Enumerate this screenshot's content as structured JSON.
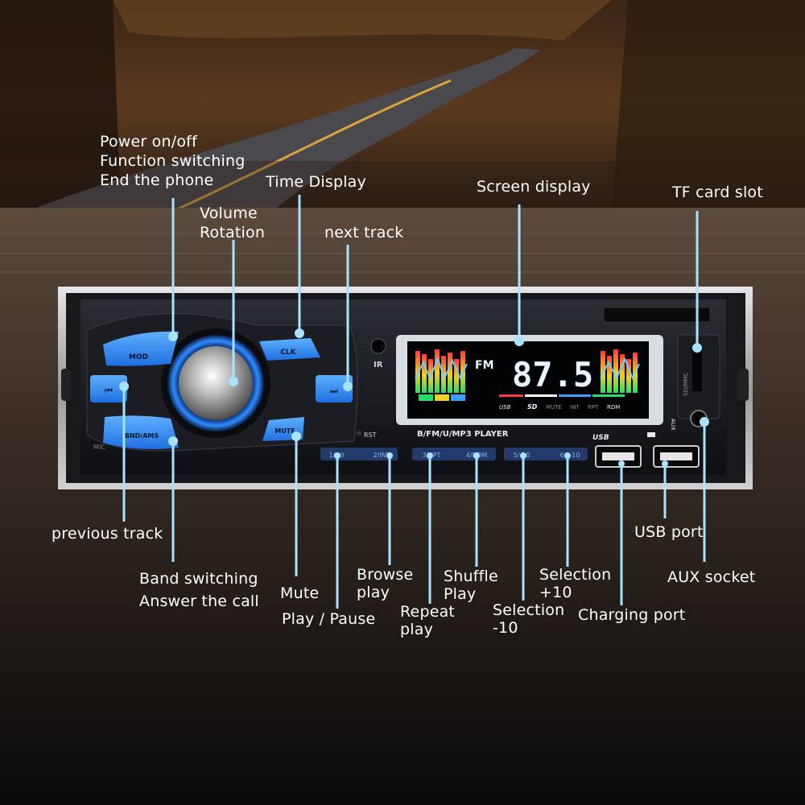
{
  "callouts": {
    "power": [
      "Power on/off",
      "Function switching",
      "End the phone"
    ],
    "time_display": "Time Display",
    "volume": [
      "Volume",
      "Rotation"
    ],
    "next_track": "next track",
    "screen_display": "Screen display",
    "tf_slot": "TF card slot",
    "previous_track": "previous track",
    "band": [
      "Band switching",
      "Answer the call"
    ],
    "mute": "Mute",
    "play_pause": "Play / Pause",
    "browse": [
      "Browse",
      "play"
    ],
    "repeat": [
      "Repeat",
      "play"
    ],
    "shuffle": [
      "Shuffle",
      "Play"
    ],
    "sel_minus": [
      "Selection",
      "-10"
    ],
    "sel_plus": [
      "Selection",
      "+10"
    ],
    "charging": "Charging port",
    "usb_port": "USB port",
    "aux_socket": "AUX socket"
  },
  "device": {
    "buttons": {
      "mod": "MOD",
      "clk": "CLK",
      "band_ams": "BND/AMS",
      "mute": "MUTE",
      "prev": "⏮",
      "next": "⏭"
    },
    "ir_label": "IR",
    "rst_label": "RST",
    "player_label": "B/FM/U/MP3  PLAYER",
    "presets": [
      "1/▶II",
      "2/INT",
      "3/RPT",
      "4/RDM",
      "5/-10",
      "6/+10"
    ],
    "usb_label": "USB",
    "aux_label": "AUX",
    "mic_label": "MIC",
    "sd_slot_label": "SD/MMC",
    "display": {
      "band": "FM",
      "frequency": "87.5",
      "indicators": [
        "USB",
        "SD",
        "MUTE",
        "INT",
        "RPT",
        "RDM"
      ]
    }
  },
  "colors": {
    "accent_blue": "#2f8cff",
    "callout_line": "#a8e2ff",
    "display_segment": "#e8f4ff"
  }
}
